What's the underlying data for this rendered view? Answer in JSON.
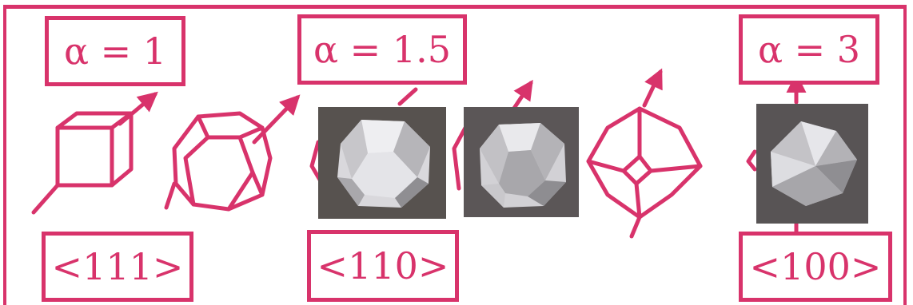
{
  "alpha_labels": [
    "α = 1",
    "α = 1.5",
    "α = 3"
  ],
  "direction_labels": [
    "<111>",
    "<110>",
    "<100>"
  ],
  "colors": {
    "accent": "#d8336b",
    "photo_bg": "#5a5557",
    "crystal_light": "#e8e8ea",
    "crystal_dark": "#9a9a9e"
  }
}
